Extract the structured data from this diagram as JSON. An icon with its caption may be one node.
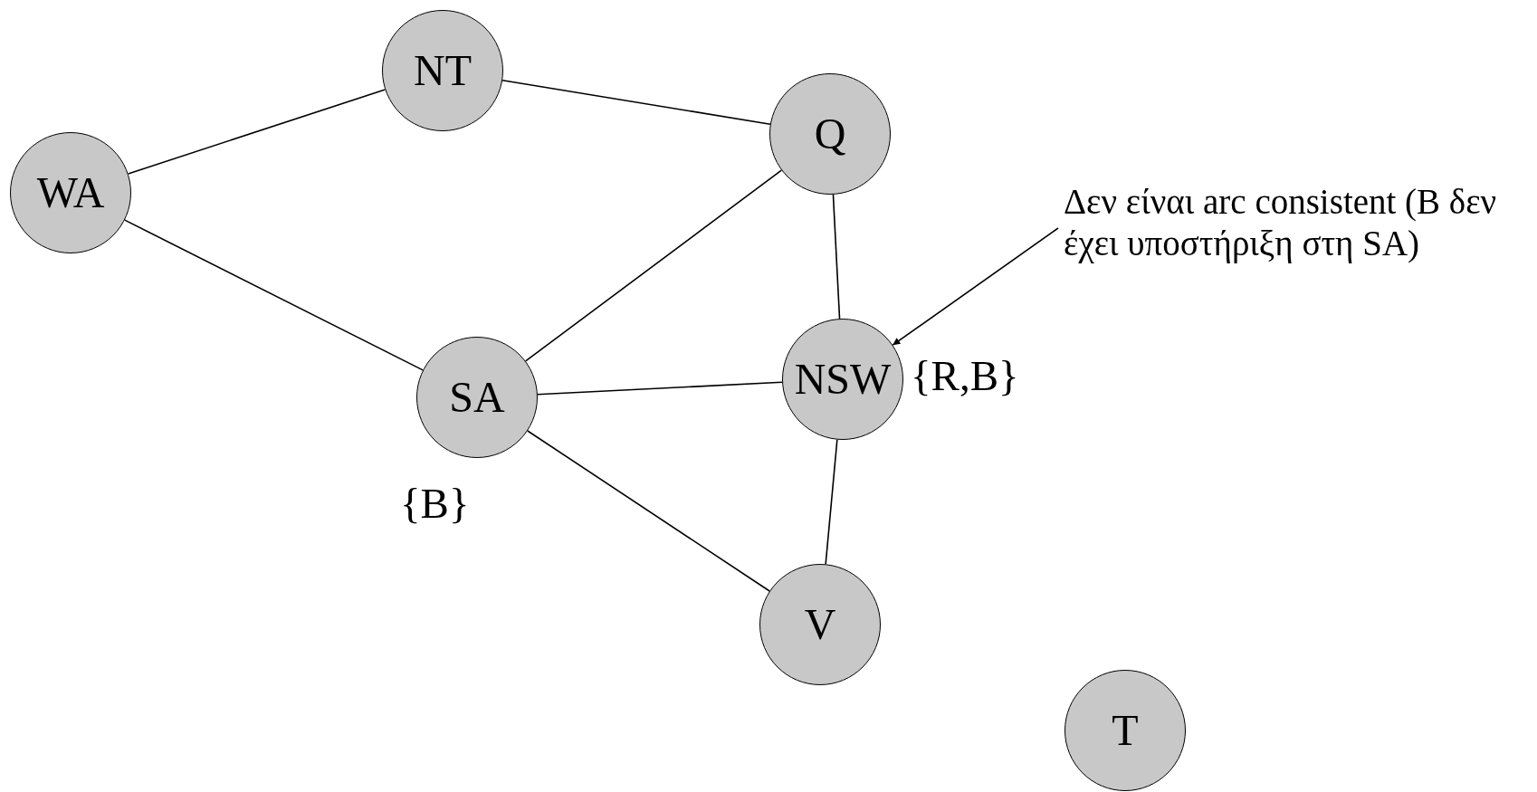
{
  "diagram": {
    "nodes": [
      {
        "text": [
          "WA"
        ]
      },
      {
        "text": [
          "NT"
        ]
      },
      {
        "text": [
          "Q"
        ]
      },
      {
        "text": [
          "SA"
        ],
        "beside": [
          "{B}"
        ]
      },
      {
        "text": [
          "NSW"
        ],
        "beside": [
          "{R,B}"
        ]
      },
      {
        "text": [
          "V"
        ]
      },
      {
        "text": [
          "T"
        ]
      },
      {
        "text": [
          "Δεν είναι arc consistent (B δεν έχει υποστήριξη στη SA)"
        ]
      }
    ],
    "edges": [
      {
        "from": 0,
        "to": 1,
        "arrow": "none"
      },
      {
        "from": 0,
        "to": 3,
        "arrow": "none"
      },
      {
        "from": 1,
        "to": 2,
        "arrow": "none"
      },
      {
        "from": 2,
        "to": 3,
        "arrow": "none"
      },
      {
        "from": 2,
        "to": 4,
        "arrow": "none"
      },
      {
        "from": 3,
        "to": 4,
        "arrow": "none"
      },
      {
        "from": 3,
        "to": 5,
        "arrow": "none"
      },
      {
        "from": 4,
        "to": 5,
        "arrow": "none"
      },
      {
        "from": 7,
        "to": 4,
        "arrow": "to"
      }
    ]
  }
}
